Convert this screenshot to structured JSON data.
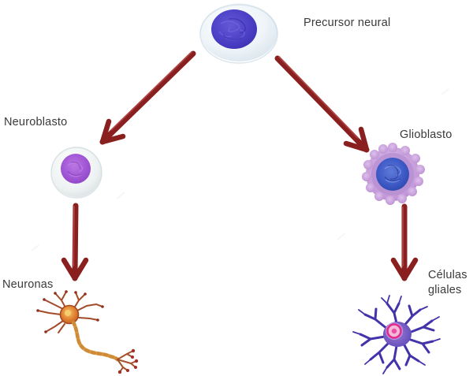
{
  "diagram": {
    "type": "cell-differentiation-flow",
    "language": "es",
    "nodes": [
      {
        "id": "precursor",
        "label": "Precursor neural",
        "graphic": "round cell, pale blue membrane, blue-violet nucleus"
      },
      {
        "id": "neuroblasto",
        "label": "Neuroblasto",
        "graphic": "round cell, white membrane, purple nucleus"
      },
      {
        "id": "glioblasto",
        "label": "Glioblasto",
        "graphic": "bumpy lavender cell with royal-blue nucleus"
      },
      {
        "id": "neuronas",
        "label": "Neuronas",
        "graphic": "orange neuron with dendrites and long axon"
      },
      {
        "id": "celulas_gliales",
        "label": "Células\ngliales",
        "graphic": "purple star-shaped glial cell (astrocyte) with pink nucleus"
      }
    ],
    "edges": [
      {
        "from": "precursor",
        "to": "neuroblasto",
        "style": "dark-red 3D arrow, diagonal down-left"
      },
      {
        "from": "precursor",
        "to": "glioblasto",
        "style": "dark-red 3D arrow, diagonal down-right"
      },
      {
        "from": "neuroblasto",
        "to": "neuronas",
        "style": "dark-red 3D arrow, vertical"
      },
      {
        "from": "glioblasto",
        "to": "celulas_gliales",
        "style": "dark-red 3D arrow, vertical"
      }
    ]
  },
  "colors": {
    "background": "#ffffff",
    "label_text": "#3a3a3a",
    "arrow": "#8a1f1f",
    "precursor_nucleus": "#4a3ec5",
    "neuroblast_nucleus": "#a055d5",
    "glioblast_outer": "#c49ad8",
    "glioblast_nucleus": "#3f5bc7",
    "neuron_soma": "#e08030",
    "neuron_dendrite": "#a34b28",
    "neuron_axon": "#e0a246",
    "glial_cell": "#4333aa",
    "glial_nucleus": "#e02a8c"
  }
}
